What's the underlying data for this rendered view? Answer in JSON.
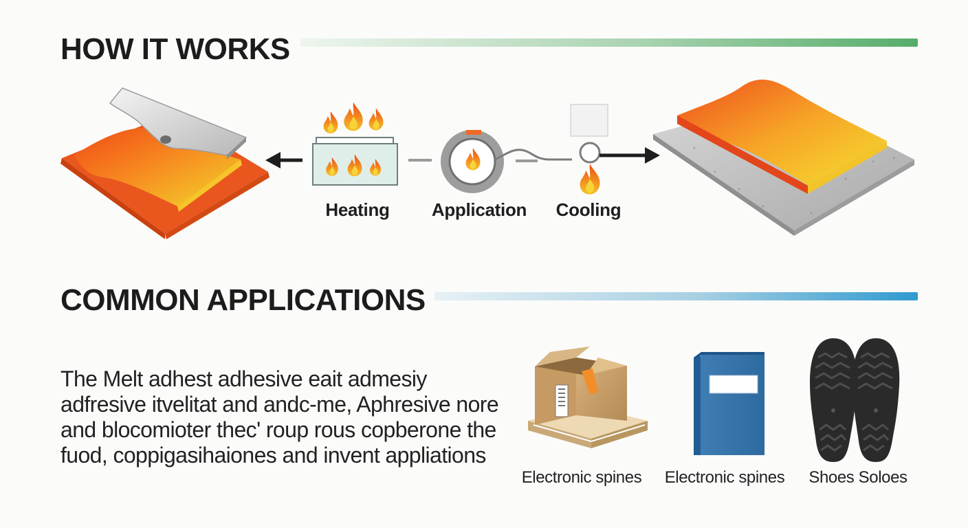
{
  "how_it_works": {
    "title": "HOW IT WORKS",
    "steps": [
      {
        "label": "Heating"
      },
      {
        "label": "Application"
      },
      {
        "label": "Cooling"
      }
    ]
  },
  "common_applications": {
    "title": "COMMON APPLICATIONS",
    "description": "The Melt adhest adhesive eait admesiy adfresive itvelitat and andc-me, Aphresive nore and blocomioter thec' roup rous copberone the fuod, coppigasihaiones and invent appliations",
    "items": [
      {
        "label": "Electronic spines",
        "icon": "cardboard-box-icon"
      },
      {
        "label": "Electronic spines",
        "icon": "book-icon"
      },
      {
        "label": "Shoes Soloes",
        "icon": "shoe-soles-icon"
      }
    ]
  },
  "colors": {
    "heading": "#1c1c1c",
    "rule_green": "#56ad6b",
    "rule_blue": "#2f9ad0",
    "adhesive_orange": "#f26a1b",
    "adhesive_yellow": "#f6d928"
  }
}
